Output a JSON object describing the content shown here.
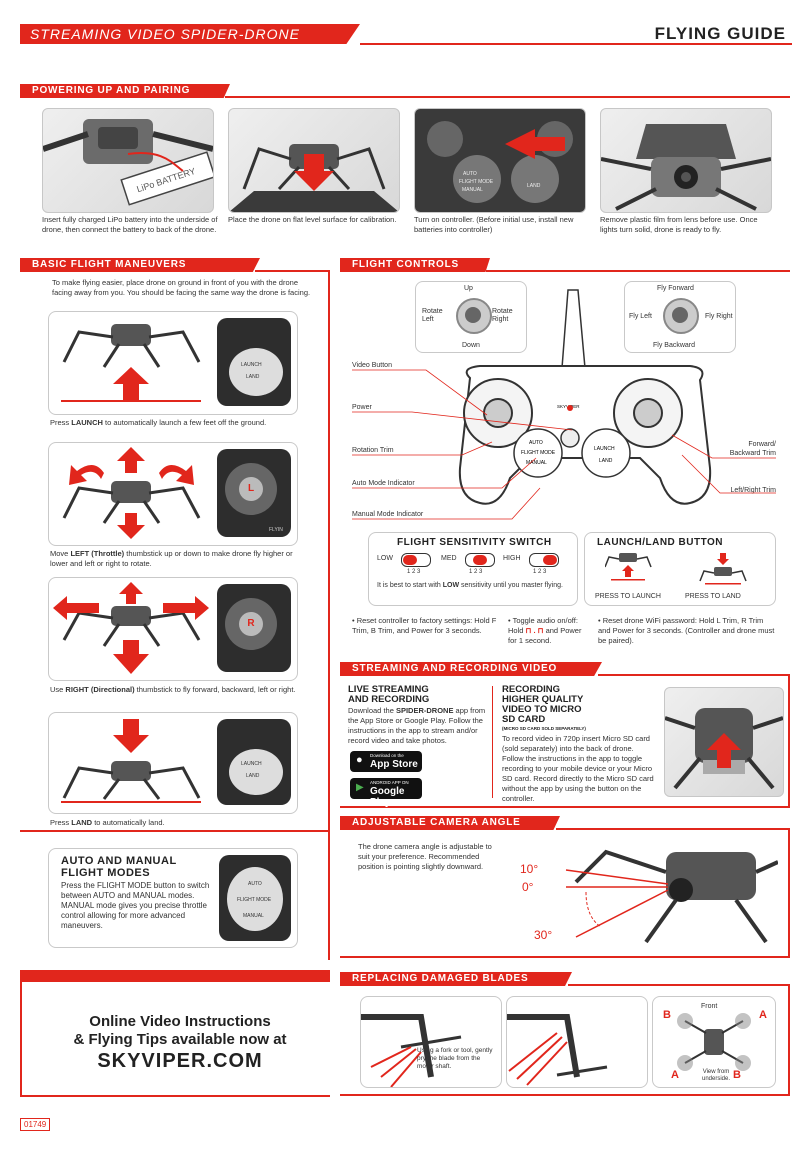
{
  "header": {
    "left_title": "STREAMING VIDEO SPIDER-DRONE",
    "right_title": "FLYING GUIDE"
  },
  "sections": {
    "powering": "POWERING UP AND PAIRING",
    "basic": "BASIC FLIGHT MANEUVERS",
    "controls": "FLIGHT CONTROLS",
    "streaming": "STREAMING AND RECORDING VIDEO",
    "camera": "ADJUSTABLE CAMERA ANGLE",
    "blades": "REPLACING DAMAGED BLADES"
  },
  "pairing": [
    {
      "caption": "Insert fully charged LiPo battery into the underside of drone, then connect the battery to back of the drone.",
      "label": "LiPo BATTERY"
    },
    {
      "caption": "Place the drone on flat level surface for calibration."
    },
    {
      "caption": "Turn on controller. (Before initial use, install new batteries into controller)",
      "buttons": [
        "AUTO",
        "FLIGHT MODE",
        "MANUAL",
        "LAND"
      ]
    },
    {
      "caption": "Remove plastic film from lens before use. Once lights turn solid, drone is ready to fly."
    }
  ],
  "basic": {
    "intro": "To make flying easier, place drone on ground in front of you with the drone facing away from you. You should be facing the same way the drone is facing.",
    "launch_pre": "Press ",
    "launch_bold": "LAUNCH",
    "launch_post": " to automatically launch a few feet off the ground.",
    "left_pre": "Move ",
    "left_bold": "LEFT (Throttle)",
    "left_post": " thumbstick up or down to make drone fly higher or lower and left or right to rotate.",
    "right_pre": "Use ",
    "right_bold": "RIGHT (Directional)",
    "right_post": " thumbstick to fly forward, backward, left or right.",
    "land_pre": "Press ",
    "land_bold": "LAND",
    "land_post": " to automatically land.",
    "btn_launch": "LAUNCH",
    "btn_land": "LAND",
    "stick_l": "L",
    "stick_r": "R",
    "fly": "FLYIN"
  },
  "modes": {
    "title1": "AUTO AND MANUAL",
    "title2": "FLIGHT MODES",
    "text": "Press the FLIGHT MODE button to switch between AUTO and MANUAL modes. MANUAL mode gives you precise throttle control allowing for more advanced maneuvers.",
    "btns": [
      "AUTO",
      "FLIGHT MODE",
      "MANUAL"
    ]
  },
  "controls": {
    "left_stick": {
      "up": "Up",
      "down": "Down",
      "rl": "Rotate Left",
      "rr": "Rotate Right"
    },
    "right_stick": {
      "fwd": "Fly Forward",
      "back": "Fly Backward",
      "left": "Fly Left",
      "right": "Fly Right"
    },
    "callouts": [
      "Video Button",
      "Power",
      "Rotation Trim",
      "Auto Mode Indicator",
      "Manual Mode Indicator",
      "Forward/ Backward Trim",
      "Left/Right Trim"
    ],
    "ctl_labels": [
      "AUTO",
      "FLIGHT MODE",
      "MANUAL",
      "LAUNCH",
      "LAND",
      "SKYVIPER"
    ],
    "sensitivity": {
      "title": "FLIGHT SENSITIVITY SWITCH",
      "low": "LOW",
      "med": "MED",
      "high": "HIGH",
      "nums": "1 2 3",
      "note_pre": "It is best to start with ",
      "note_bold": "LOW",
      "note_post": " sensitivity until you master flying."
    },
    "launchland": {
      "title": "LAUNCH/LAND BUTTON",
      "launch": "PRESS TO LAUNCH",
      "land": "PRESS TO LAND"
    },
    "tips": [
      "• Reset controller to factory settings: Hold F Trim, B Trim, and Power for 3 seconds.",
      "• Toggle audio on/off: Hold",
      "and Power for 1 second.",
      "• Reset drone WiFi password: Hold L Trim, R Trim and Power for 3 seconds. (Controller and drone must be paired)."
    ]
  },
  "streaming": {
    "live_t1": "LIVE STREAMING",
    "live_t2": "AND RECORDING",
    "live_pre": "Download the ",
    "live_bold": "SPIDER-DRONE",
    "live_post": " app from the App Store or Google Play. Follow the instructions in the app to stream and/or record video and take photos.",
    "appstore_small": "Download on the",
    "appstore": "App Store",
    "gplay_small": "ANDROID APP ON",
    "gplay": "Google Play",
    "rec_t1": "RECORDING",
    "rec_t2": "HIGHER QUALITY",
    "rec_t3": "VIDEO TO MICRO",
    "rec_t4": "SD CARD",
    "rec_note": "(MICRO SD CARD SOLD SEPARATELY)",
    "rec_text": "To record video in 720p insert Micro SD card (sold separately) into the back of drone. Follow the instructions in the app to toggle recording to your mobile device or your Micro SD card. Record directly to the Micro SD card without the app by using the button on the controller."
  },
  "camera": {
    "text": "The drone camera angle is adjustable to suit your preference. Recommended position is pointing slightly downward.",
    "a10": "10°",
    "a0": "0°",
    "a30": "30°"
  },
  "online": {
    "l1": "Online Video Instructions",
    "l2": "& Flying Tips available now at",
    "url": "SKYVIPER.COM"
  },
  "blades": {
    "text": "Using a fork or tool, gently pry the blade from the motor shaft.",
    "front": "Front",
    "view": "View from underside.",
    "A": "A",
    "B": "B"
  },
  "code": "01749",
  "colors": {
    "accent": "#e1261c",
    "dark": "#2d2d2d"
  }
}
